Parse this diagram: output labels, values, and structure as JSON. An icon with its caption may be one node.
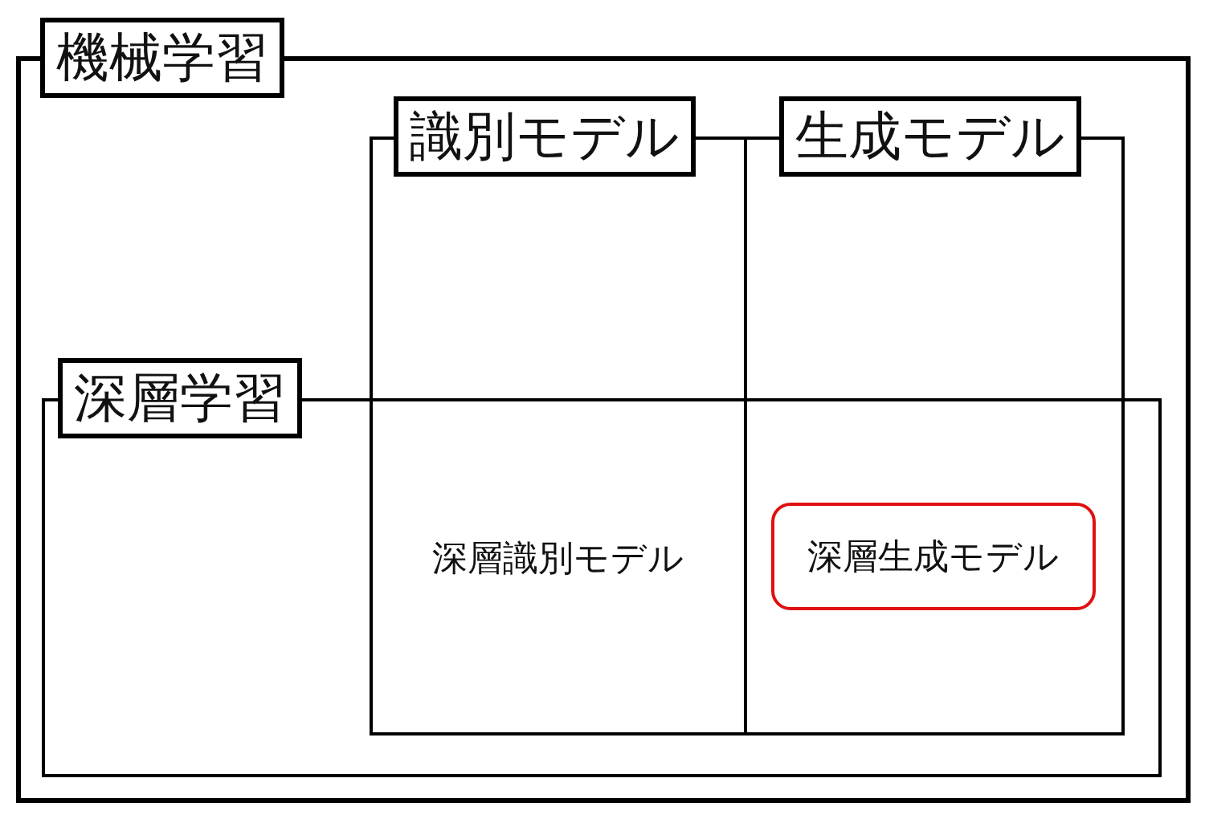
{
  "diagram": {
    "nodes": [
      {
        "text": [
          "機械学習"
        ]
      },
      {
        "text": [
          "識別モデル"
        ],
        "in": 0
      },
      {
        "text": [
          "生成モデル"
        ],
        "in": 0
      },
      {
        "text": [
          "深層学習"
        ],
        "in": 0
      },
      {
        "text": [
          "深層生成モデル"
        ]
      }
    ],
    "labels": [
      "深層識別モデル"
    ]
  }
}
